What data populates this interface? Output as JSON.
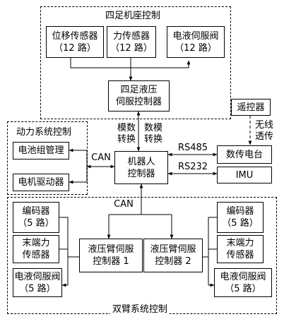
{
  "regions": {
    "quadruped": "四足机座控制",
    "power": "动力系统控制",
    "dual_arm": "双臂系统控制"
  },
  "blocks": {
    "displacement_sensor": "位移传感器\n（12 路）",
    "force_sensor": "力传感器\n（12 路）",
    "servo_valve_top": "电液伺服阀\n（12 路）",
    "quad_hydraulic_controller": "四足液压\n伺服控制器",
    "remote_controller": "遥控器",
    "battery_manager": "电池组管理",
    "motor_driver": "电机驱动器",
    "robot_controller": "机器人\n控制器",
    "data_radio": "数传电台",
    "imu": "IMU",
    "encoder_left": "编码器\n（5 路）",
    "end_sensor_left": "末端力\n传感器",
    "servo_valve_left": "电液伺服阀\n（5 路）",
    "arm_controller_1": "液压臂伺服\n控制器 1",
    "arm_controller_2": "液压臂伺服\n控制器 2",
    "encoder_right": "编码器\n（5 路）",
    "end_sensor_right": "末端力\n传感器",
    "servo_valve_right": "电液伺服阀\n（5 路）"
  },
  "links": {
    "ad_conversion": "模数\n转换",
    "da_conversion": "数模\n转换",
    "can_power": "CAN",
    "rs485": "RS485",
    "rs232": "RS232",
    "wireless": "无线\n透传",
    "can_arms": "CAN"
  }
}
